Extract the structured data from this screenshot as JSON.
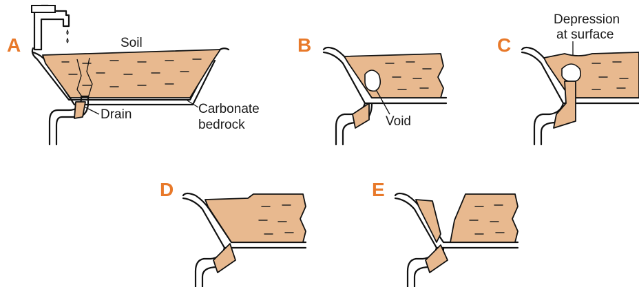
{
  "figure": {
    "panels": [
      {
        "letter": "A",
        "labels": {
          "soil": "Soil",
          "drain": "Drain",
          "bedrock_line1": "Carbonate",
          "bedrock_line2": "bedrock"
        }
      },
      {
        "letter": "B",
        "labels": {
          "void": "Void"
        }
      },
      {
        "letter": "C",
        "labels": {
          "depression_line1": "Depression",
          "depression_line2": "at surface"
        }
      },
      {
        "letter": "D",
        "labels": {}
      },
      {
        "letter": "E",
        "labels": {}
      }
    ],
    "colors": {
      "letter": "#e8792a",
      "soil": "#e8b98f",
      "outline": "#111111"
    }
  }
}
